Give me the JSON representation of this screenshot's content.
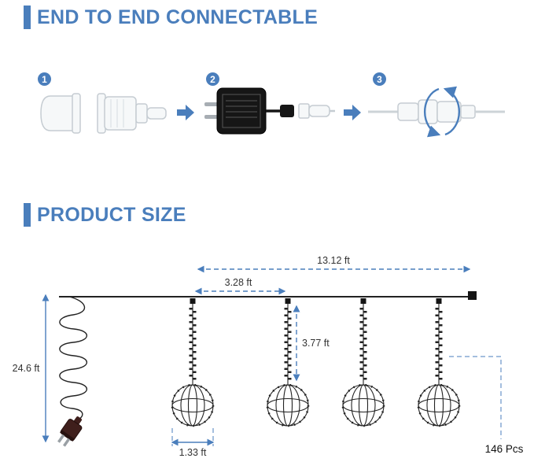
{
  "colors": {
    "accent": "#4a7ebc",
    "ink": "#222222",
    "plug": "#3f1f1c"
  },
  "section_connectable": {
    "title": "END TO END CONNECTABLE",
    "steps": [
      {
        "number": "1"
      },
      {
        "number": "2"
      },
      {
        "number": "3"
      }
    ]
  },
  "section_size": {
    "title": "PRODUCT SIZE",
    "dims": {
      "total_length": "13.12 ft",
      "spacing": "3.28 ft",
      "drop": "3.77 ft",
      "lead": "24.6 ft",
      "ball": "1.33 ft",
      "count": "146 Pcs"
    }
  },
  "icons": {
    "next_step_arrow": "solid right arrow",
    "rotate_arrows": "circular rotation arrows"
  }
}
